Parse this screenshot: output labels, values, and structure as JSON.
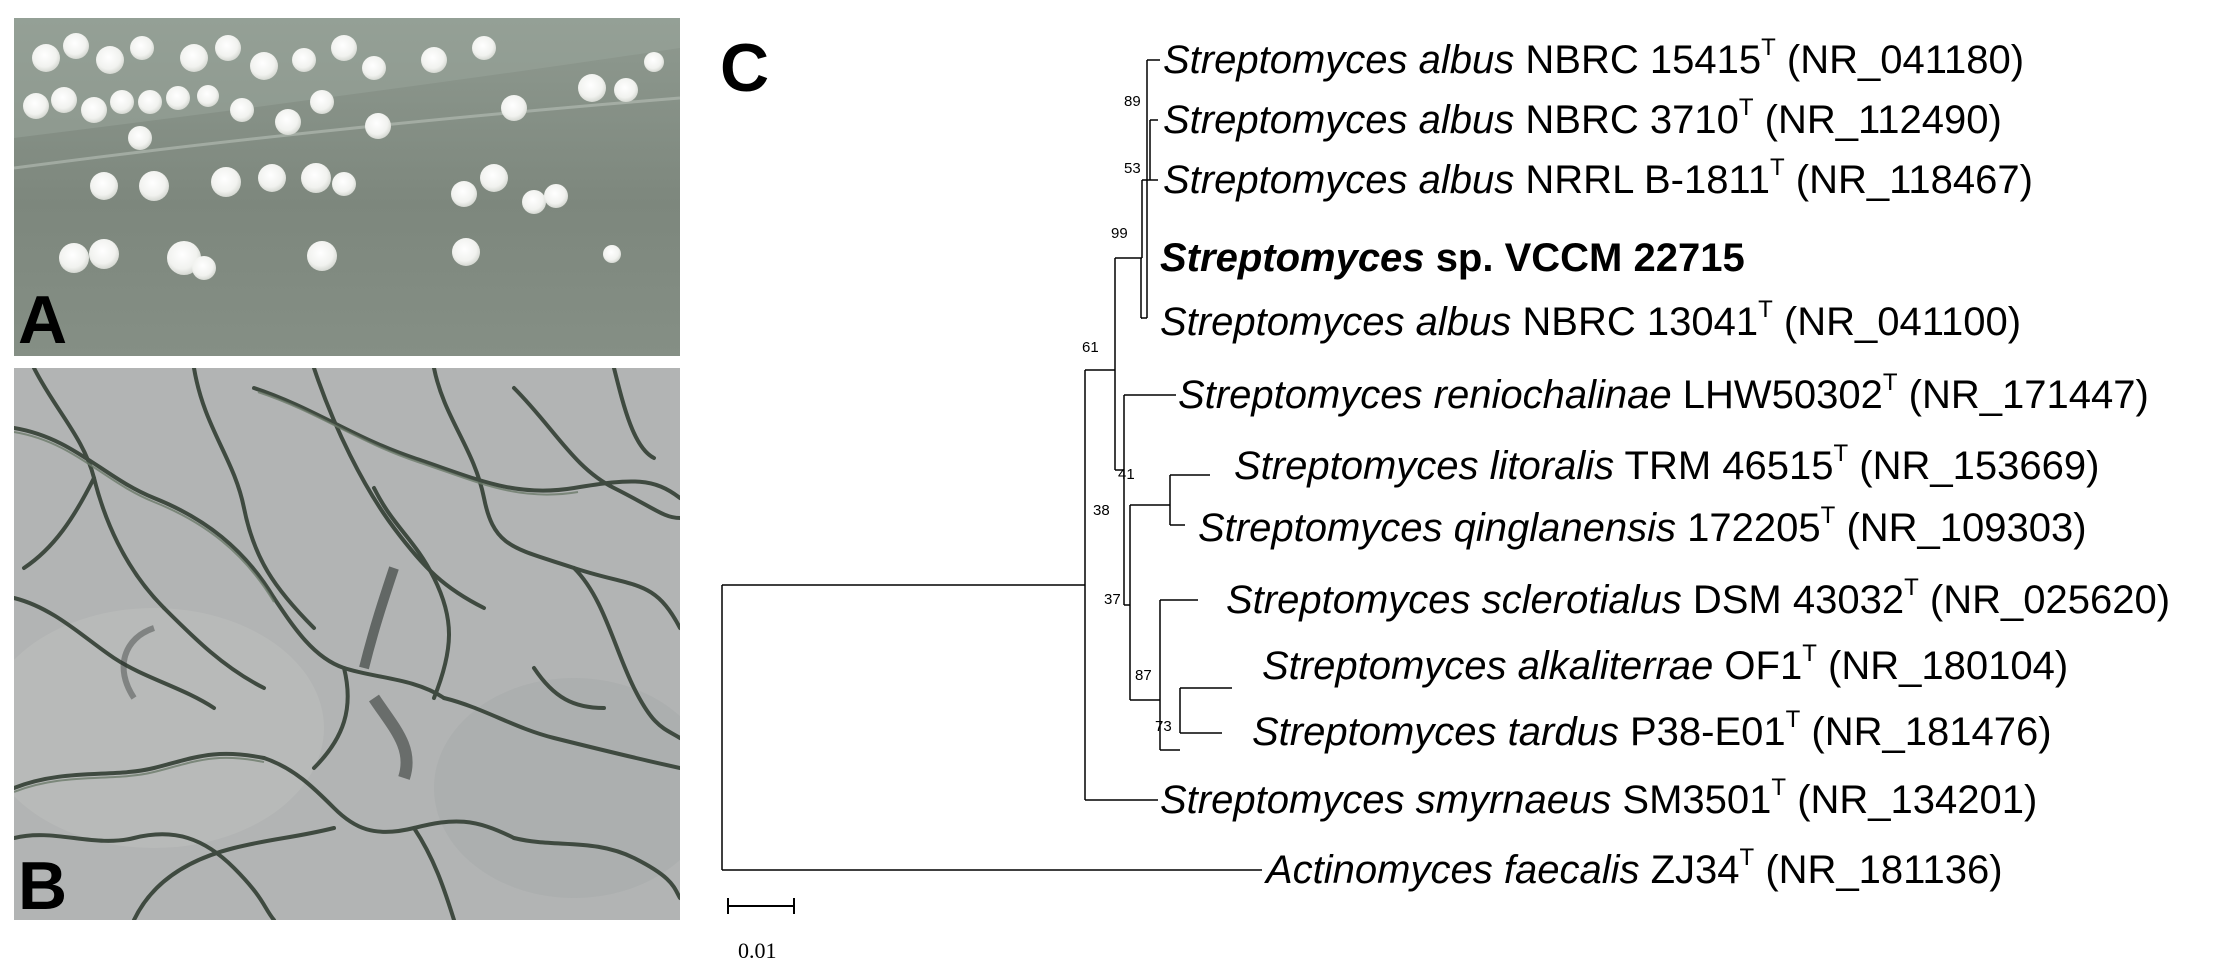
{
  "panels": {
    "a_label": "A",
    "b_label": "B",
    "c_label": "C"
  },
  "tree": {
    "taxa": [
      {
        "genus": "Streptomyces albus",
        "strain": "NBRC 15415",
        "superscript": "T",
        "accession": "(NR_041180)"
      },
      {
        "genus": "Streptomyces albus",
        "strain": "NBRC 3710",
        "superscript": "T",
        "accession": "(NR_112490)"
      },
      {
        "genus": "Streptomyces albus",
        "strain": "NRRL B-1811",
        "superscript": "T",
        "accession": "(NR_118467)"
      },
      {
        "genus": "Streptomyces",
        "strain": "sp. VCCM 22715",
        "superscript": "",
        "accession": ""
      },
      {
        "genus": "Streptomyces albus",
        "strain": "NBRC 13041",
        "superscript": "T",
        "accession": "(NR_041100)"
      },
      {
        "genus": "Streptomyces reniochalinae",
        "strain": "LHW50302",
        "superscript": "T",
        "accession": "(NR_171447)"
      },
      {
        "genus": "Streptomyces litoralis",
        "strain": "TRM 46515",
        "superscript": "T",
        "accession": "(NR_153669)"
      },
      {
        "genus": "Streptomyces qinglanensis",
        "strain": "172205",
        "superscript": "T",
        "accession": "(NR_109303)"
      },
      {
        "genus": "Streptomyces sclerotialus",
        "strain": "DSM 43032",
        "superscript": "T",
        "accession": "(NR_025620)"
      },
      {
        "genus": "Streptomyces alkaliterrae",
        "strain": "OF1",
        "superscript": "T",
        "accession": "(NR_180104)"
      },
      {
        "genus": "Streptomyces tardus",
        "strain": "P38-E01",
        "superscript": "T",
        "accession": "(NR_181476)"
      },
      {
        "genus": "Streptomyces smyrnaeus",
        "strain": "SM3501",
        "superscript": "T",
        "accession": "(NR_134201)"
      },
      {
        "genus": "Actinomyces faecalis",
        "strain": "ZJ34",
        "superscript": "T",
        "accession": "(NR_181136)"
      }
    ],
    "bootstrap": [
      "89",
      "53",
      "99",
      "61",
      "41",
      "38",
      "37",
      "87",
      "73"
    ],
    "scale_bar": "0.01"
  }
}
